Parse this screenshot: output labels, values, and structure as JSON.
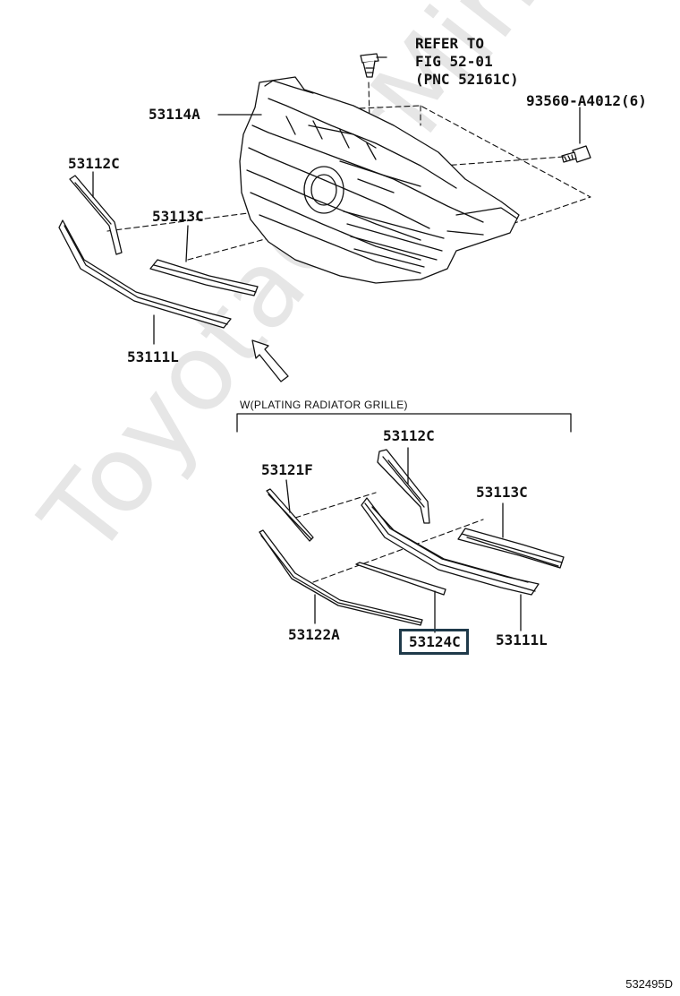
{
  "watermark": "ToyotaCarMine.ru",
  "labels": {
    "refer_line1": "REFER TO",
    "refer_line2": "FIG 52-01",
    "refer_line3": "(PNC 52161C)",
    "bolt": "93560-A4012(6)",
    "grille": "53114A",
    "upper_molding_top": "53112C",
    "center_molding_top": "53113C",
    "lower_molding_top": "53111L",
    "variant_note": "W(PLATING RADIATOR GRILLE)",
    "upper_molding_bottom": "53112C",
    "side_molding": "53121F",
    "center_molding_bottom": "53113C",
    "lower_strip": "53122A",
    "highlighted_part": "53124C",
    "lower_molding_bottom": "53111L"
  },
  "figure_id": "532495D"
}
